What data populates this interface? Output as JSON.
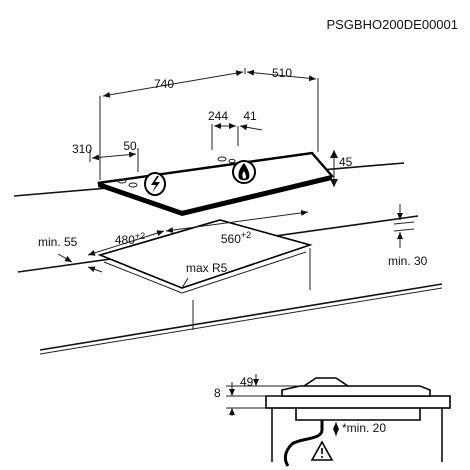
{
  "reference_code": "PSGBHO200DE00001",
  "dimensions": {
    "width": "740",
    "depth": "510",
    "burner_x": "244",
    "burner_offset": "41",
    "left_edge": "310",
    "left_offset": "50",
    "hob_height": "45",
    "min_front": "min. 55",
    "cutout_depth": "480",
    "cutout_width": "560",
    "tolerance": "+2",
    "min_back": "min. 30",
    "corner_radius": "max R5",
    "detail_height_a": "49",
    "detail_height_b": "8",
    "min_below": "*min. 20"
  }
}
